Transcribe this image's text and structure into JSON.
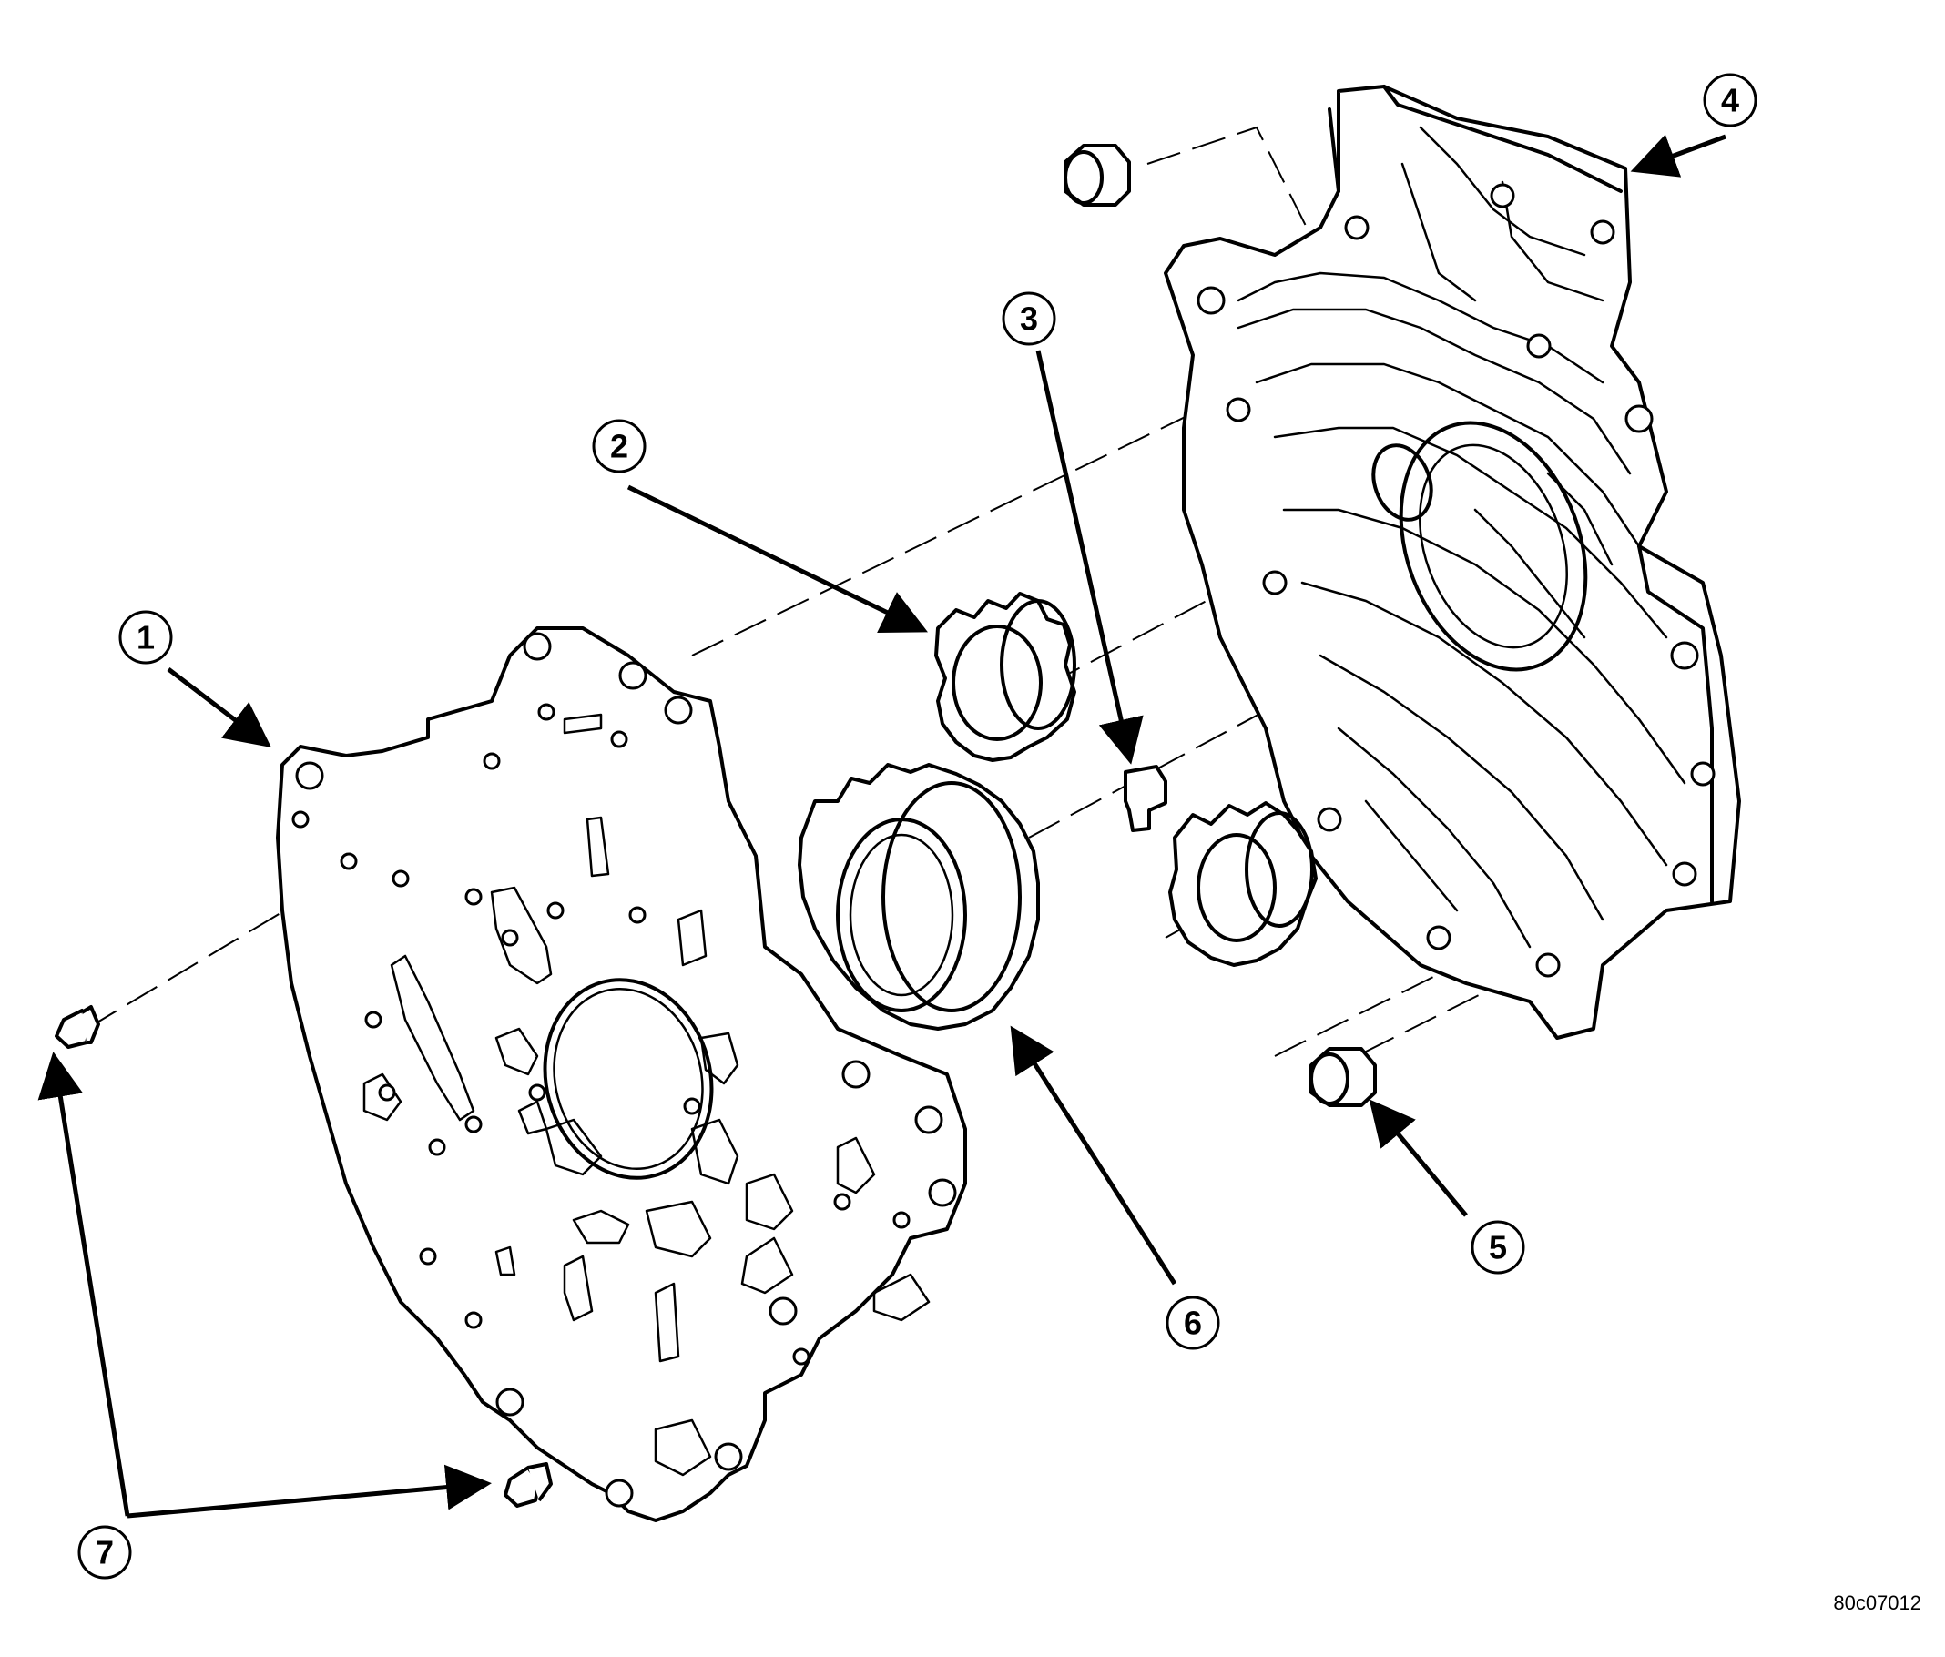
{
  "callouts": [
    {
      "id": "1",
      "label": "1"
    },
    {
      "id": "2",
      "label": "2"
    },
    {
      "id": "3",
      "label": "3"
    },
    {
      "id": "4",
      "label": "4"
    },
    {
      "id": "5",
      "label": "5"
    },
    {
      "id": "6",
      "label": "6"
    },
    {
      "id": "7",
      "label": "7"
    }
  ],
  "figure_code": "80c07012"
}
